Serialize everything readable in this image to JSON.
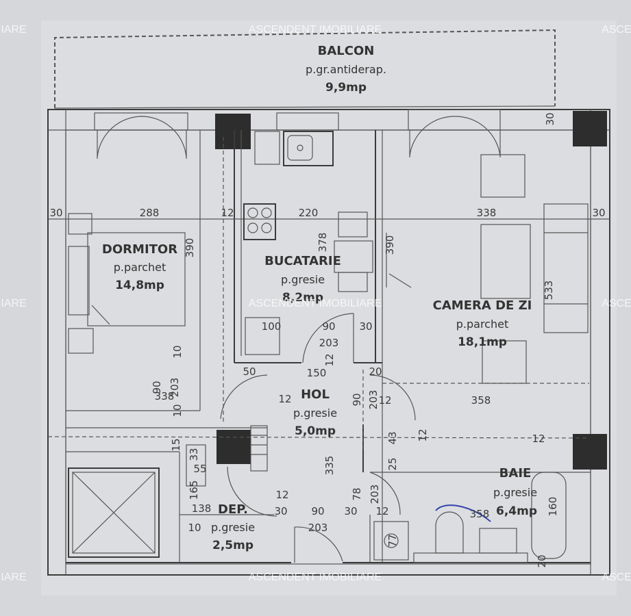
{
  "rooms": {
    "balcon": {
      "name": "BALCON",
      "floor": "p.gr.antiderap.",
      "area": "9,9mp"
    },
    "dormitor": {
      "name": "DORMITOR",
      "floor": "p.parchet",
      "area": "14,8mp"
    },
    "bucatarie": {
      "name": "BUCATARIE",
      "floor": "p.gresie",
      "area": "8,2mp"
    },
    "camera": {
      "name": "CAMERA DE ZI",
      "floor": "p.parchet",
      "area": "18,1mp"
    },
    "hol": {
      "name": "HOL",
      "floor": "p.gresie",
      "area": "5,0mp"
    },
    "baie": {
      "name": "BAIE",
      "floor": "p.gresie",
      "area": "6,4mp"
    },
    "dep": {
      "name": "DEP.",
      "floor": "p.gresie",
      "area": "2,5mp"
    }
  },
  "dimensions": {
    "d30_left": "30",
    "d288": "288",
    "d12_a": "12",
    "d220": "220",
    "d338": "338",
    "d30_right": "30",
    "d30_top": "30",
    "d390_left": "390",
    "d378": "378",
    "d390_mid": "390",
    "d533": "533",
    "d100": "100",
    "d90_a": "90",
    "d30_a": "30",
    "d203_a": "203",
    "d12_b": "12",
    "d150": "150",
    "d10_a": "10",
    "d90_b": "90",
    "d203_b": "203",
    "d338_b": "338",
    "d10_b": "10",
    "d50": "50",
    "d20": "20",
    "d12_c": "12",
    "d90_c": "90",
    "d203_c": "203",
    "d12_d": "12",
    "d358": "358",
    "d43": "43",
    "d12_e": "12",
    "d12_f": "12",
    "d25": "25",
    "d33": "33",
    "d55": "55",
    "d335": "335",
    "d78": "78",
    "d203_d": "203",
    "d165": "165",
    "d138": "138",
    "d12_g": "12",
    "d30_b": "30",
    "d90_d": "90",
    "d30_c": "30",
    "d12_h": "12",
    "d203_e": "203",
    "d10_c": "10",
    "d358_b": "358",
    "d160": "160",
    "d77": "77",
    "d20_b": "20",
    "d15": "15"
  },
  "watermark": {
    "center": "ASCENDENT IMOBILIARE",
    "left": "IARE",
    "right": "ASCE"
  }
}
